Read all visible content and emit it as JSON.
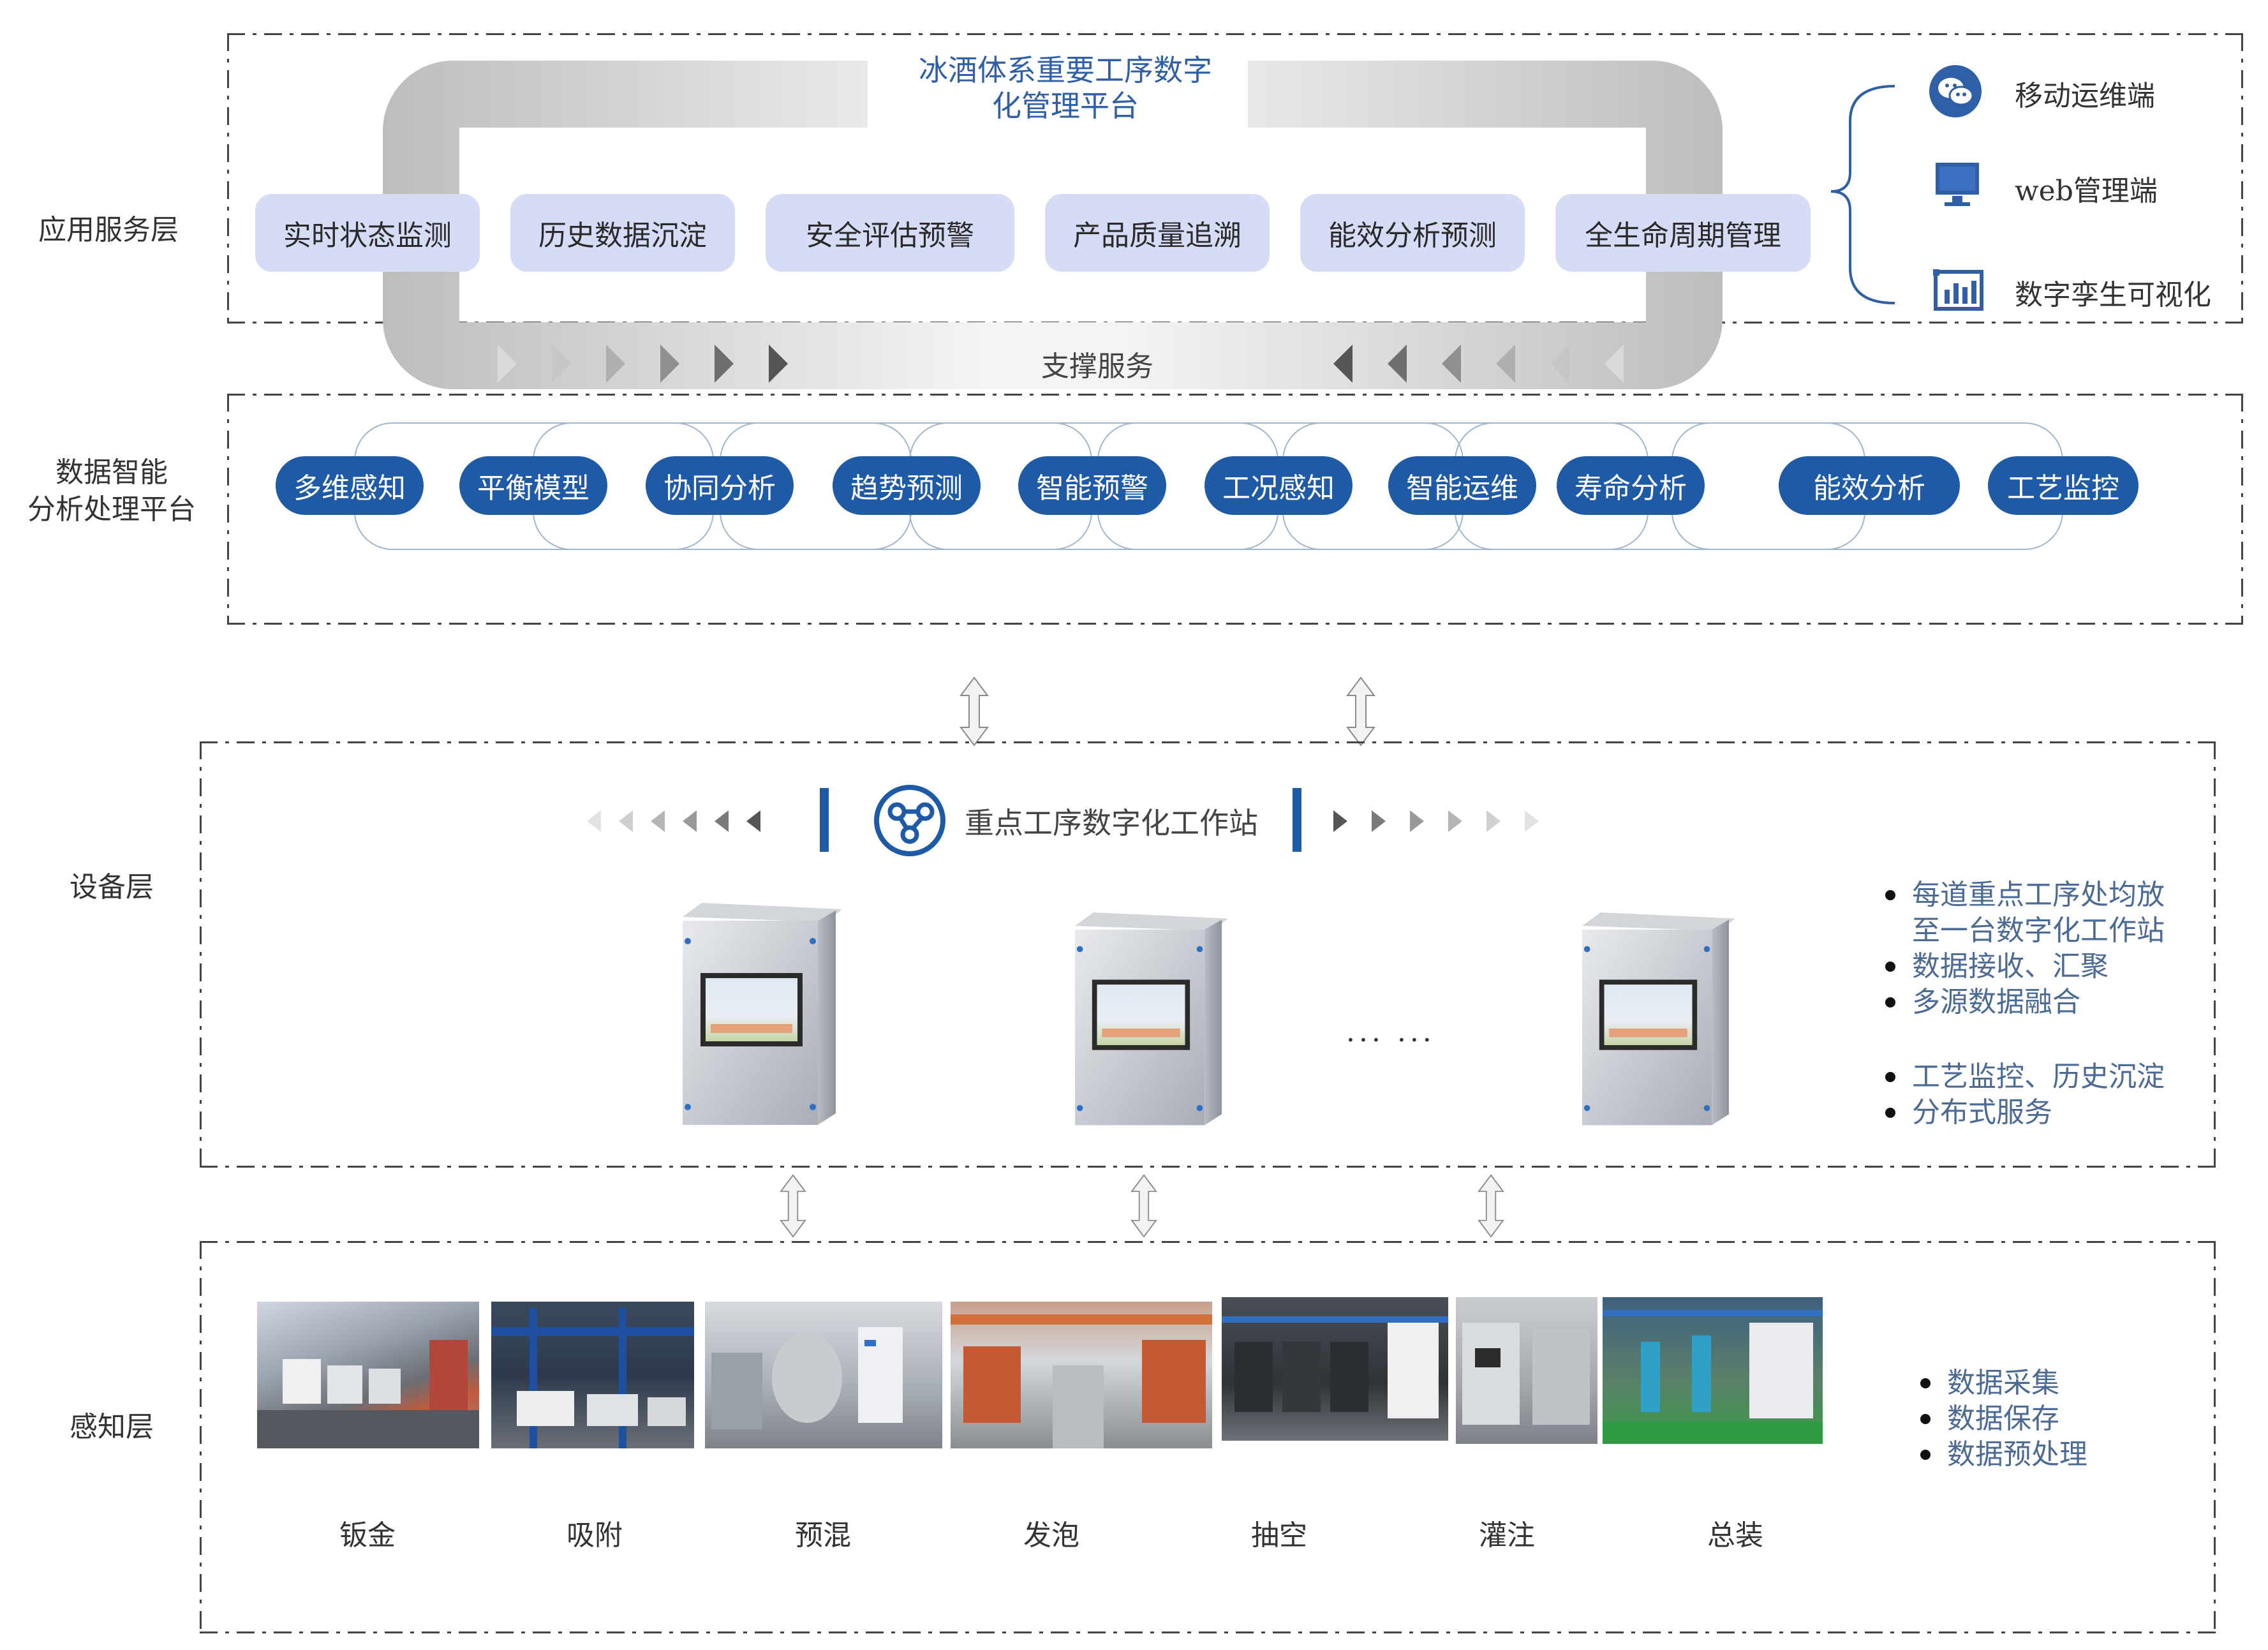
{
  "layers": {
    "application": "应用服务层",
    "analysis": "数据智能\n分析处理平台",
    "device": "设备层",
    "perception": "感知层"
  },
  "platform_title": "冰酒体系重要工序数字\n化管理平台",
  "support_label": "支撑服务",
  "app_modules": [
    "实时状态监测",
    "历史数据沉淀",
    "安全评估预警",
    "产品质量追溯",
    "能效分析预测",
    "全生命周期管理"
  ],
  "clients": [
    {
      "icon": "wechat-icon",
      "label": "移动运维端"
    },
    {
      "icon": "monitor-icon",
      "label": "web管理端"
    },
    {
      "icon": "bar-chart-icon",
      "label": "数字孪生可视化"
    }
  ],
  "analysis_modules": [
    "多维感知",
    "平衡模型",
    "协同分析",
    "趋势预测",
    "智能预警",
    "工况感知",
    "智能运维",
    "寿命分析",
    "能效分析",
    "工艺监控"
  ],
  "workstation_title": "重点工序数字化工作站",
  "ellipsis": "··· ···",
  "device_bullets_1": [
    "每道重点工序处均放\n至一台数字化工作站",
    "数据接收、汇聚",
    "多源数据融合"
  ],
  "device_bullets_2": [
    "工艺监控、历史沉淀",
    "分布式服务"
  ],
  "stages": [
    "钣金",
    "吸附",
    "预混",
    "发泡",
    "抽空",
    "灌注",
    "总装"
  ],
  "perception_bullets": [
    "数据采集",
    "数据保存",
    "数据预处理"
  ],
  "colors": {
    "brand_blue": "#1f5aa6",
    "pill_lavender": "#d6dcf5",
    "text_blue": "#4b6a94"
  }
}
